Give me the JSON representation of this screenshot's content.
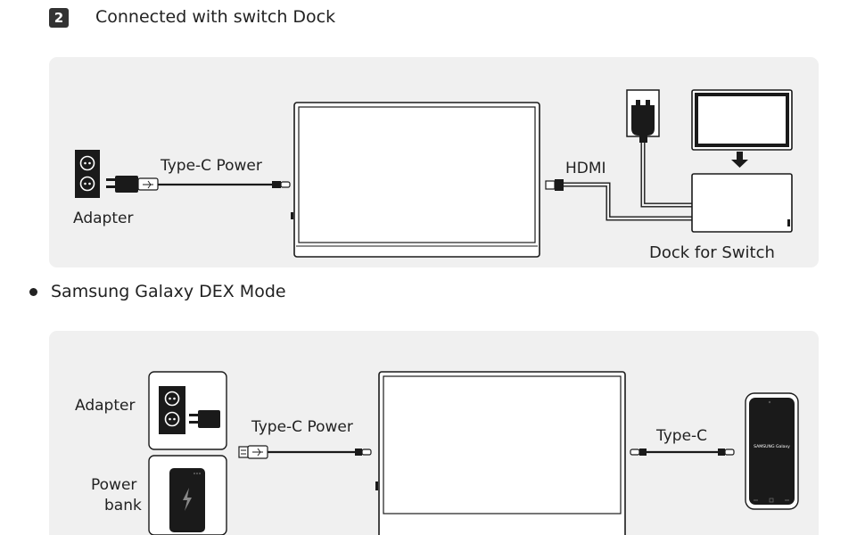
{
  "section1": {
    "step_number": "2",
    "title": "Connected with switch Dock",
    "labels": {
      "adapter": "Adapter",
      "type_c_power": "Type-C Power",
      "hdmi": "HDMI",
      "dock": "Dock for Switch"
    }
  },
  "section2": {
    "title": "Samsung Galaxy DEX Mode",
    "labels": {
      "adapter": "Adapter",
      "power": "Power",
      "bank": "bank",
      "type_c_power": "Type-C Power",
      "type_c": "Type-C",
      "phone_text": "SAMSUNG Galaxy"
    }
  }
}
